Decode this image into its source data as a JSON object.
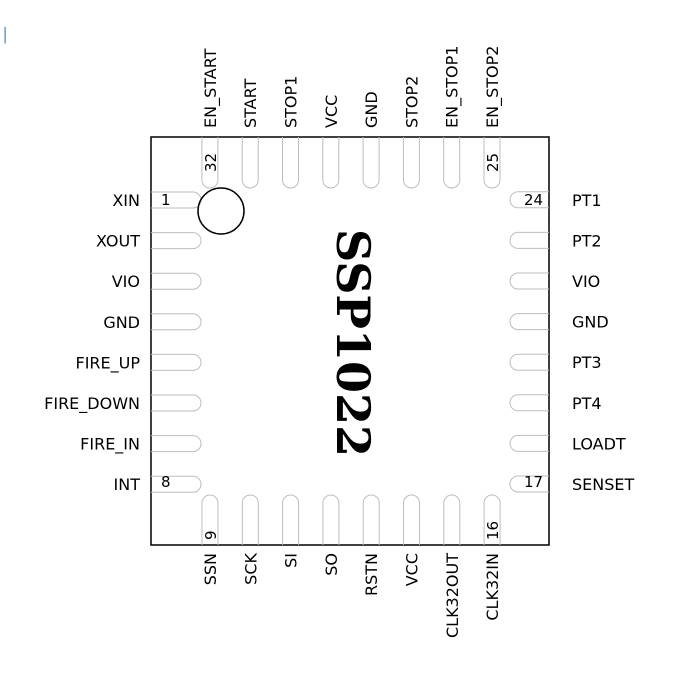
{
  "chip": {
    "name": "SSP1022",
    "body_color": "#ffffff",
    "outline_color": "#000000",
    "pad_color": "#bdbdbd"
  },
  "pins": {
    "left": [
      "XIN",
      "XOUT",
      "VIO",
      "GND",
      "FIRE_UP",
      "FIRE_DOWN",
      "FIRE_IN",
      "INT"
    ],
    "bottom": [
      "SSN",
      "SCK",
      "SI",
      "SO",
      "RSTN",
      "VCC",
      "CLK32OUT",
      "CLK32IN"
    ],
    "right": [
      "SENSET",
      "LOADT",
      "PT4",
      "PT3",
      "GND",
      "VIO",
      "PT2",
      "PT1"
    ],
    "top": [
      "EN_STOP2",
      "EN_STOP1",
      "STOP2",
      "GND",
      "VCC",
      "STOP1",
      "START",
      "EN_START"
    ]
  },
  "pin_numbers": {
    "n1": "1",
    "n8": "8",
    "n9": "9",
    "n16": "16",
    "n17": "17",
    "n24": "24",
    "n25": "25",
    "n32": "32"
  },
  "pin1_marker": "pin-1-indicator-circle",
  "corner_glyph": "│"
}
